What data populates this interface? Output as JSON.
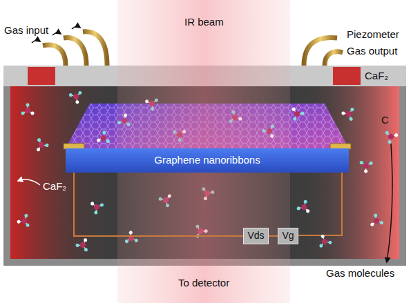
{
  "diagram": {
    "nodes": [
      {
        "text": [
          "Graphene nanoribbons"
        ]
      },
      {
        "text": [
          "Vds"
        ]
      },
      {
        "text": [
          "Vg"
        ]
      }
    ],
    "edges": [
      {
        "from": 0,
        "to": 1,
        "arrow": "none"
      },
      {
        "from": 1,
        "to": 2,
        "arrow": "none"
      }
    ],
    "labels": [
      "Gas input",
      "IR beam",
      "Piezometer",
      "Gas output",
      "CaF₂",
      "CaF₂",
      "C",
      "Gas molecules",
      "To detector"
    ]
  }
}
